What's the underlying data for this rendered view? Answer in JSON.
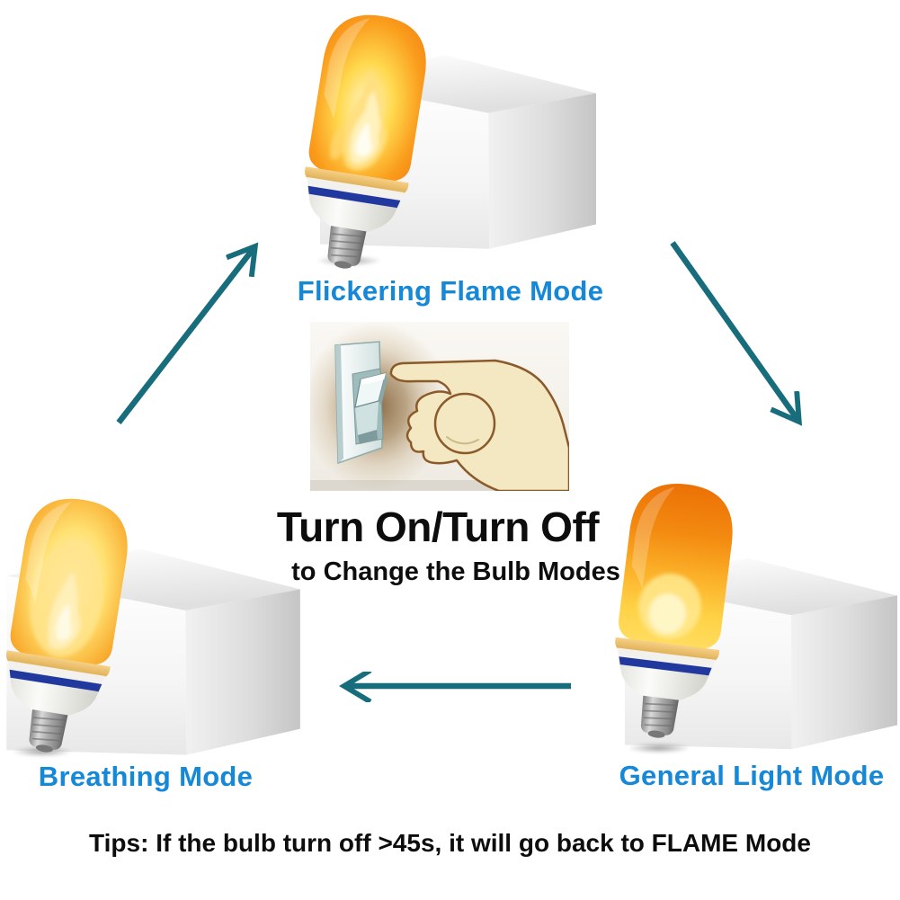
{
  "diagram": {
    "modes": [
      {
        "id": "flickering",
        "label": "Flickering Flame Mode"
      },
      {
        "id": "breathing",
        "label": "Breathing Mode"
      },
      {
        "id": "general",
        "label": "General Light Mode"
      }
    ],
    "center": {
      "title": "Turn On/Turn Off",
      "subtitle": "to Change the Bulb Modes"
    },
    "tips": "Tips: If the bulb turn off >45s, it will go back to FLAME Mode",
    "colors": {
      "mode_label": "#1588d8",
      "arrow": "#186d7d",
      "title_text": "#0d0d0d",
      "flame_orange": "#f1770e",
      "flame_yellow": "#ffd94e",
      "bulb_ring_blue": "#21399e"
    },
    "icons": [
      {
        "name": "flame-bulb-flickering-icon"
      },
      {
        "name": "flame-bulb-breathing-icon"
      },
      {
        "name": "flame-bulb-general-icon"
      },
      {
        "name": "white-box-icon"
      },
      {
        "name": "light-switch-icon"
      },
      {
        "name": "pressing-hand-icon"
      },
      {
        "name": "arrow-up-right-icon"
      },
      {
        "name": "arrow-down-right-icon"
      },
      {
        "name": "arrow-left-icon"
      }
    ]
  }
}
